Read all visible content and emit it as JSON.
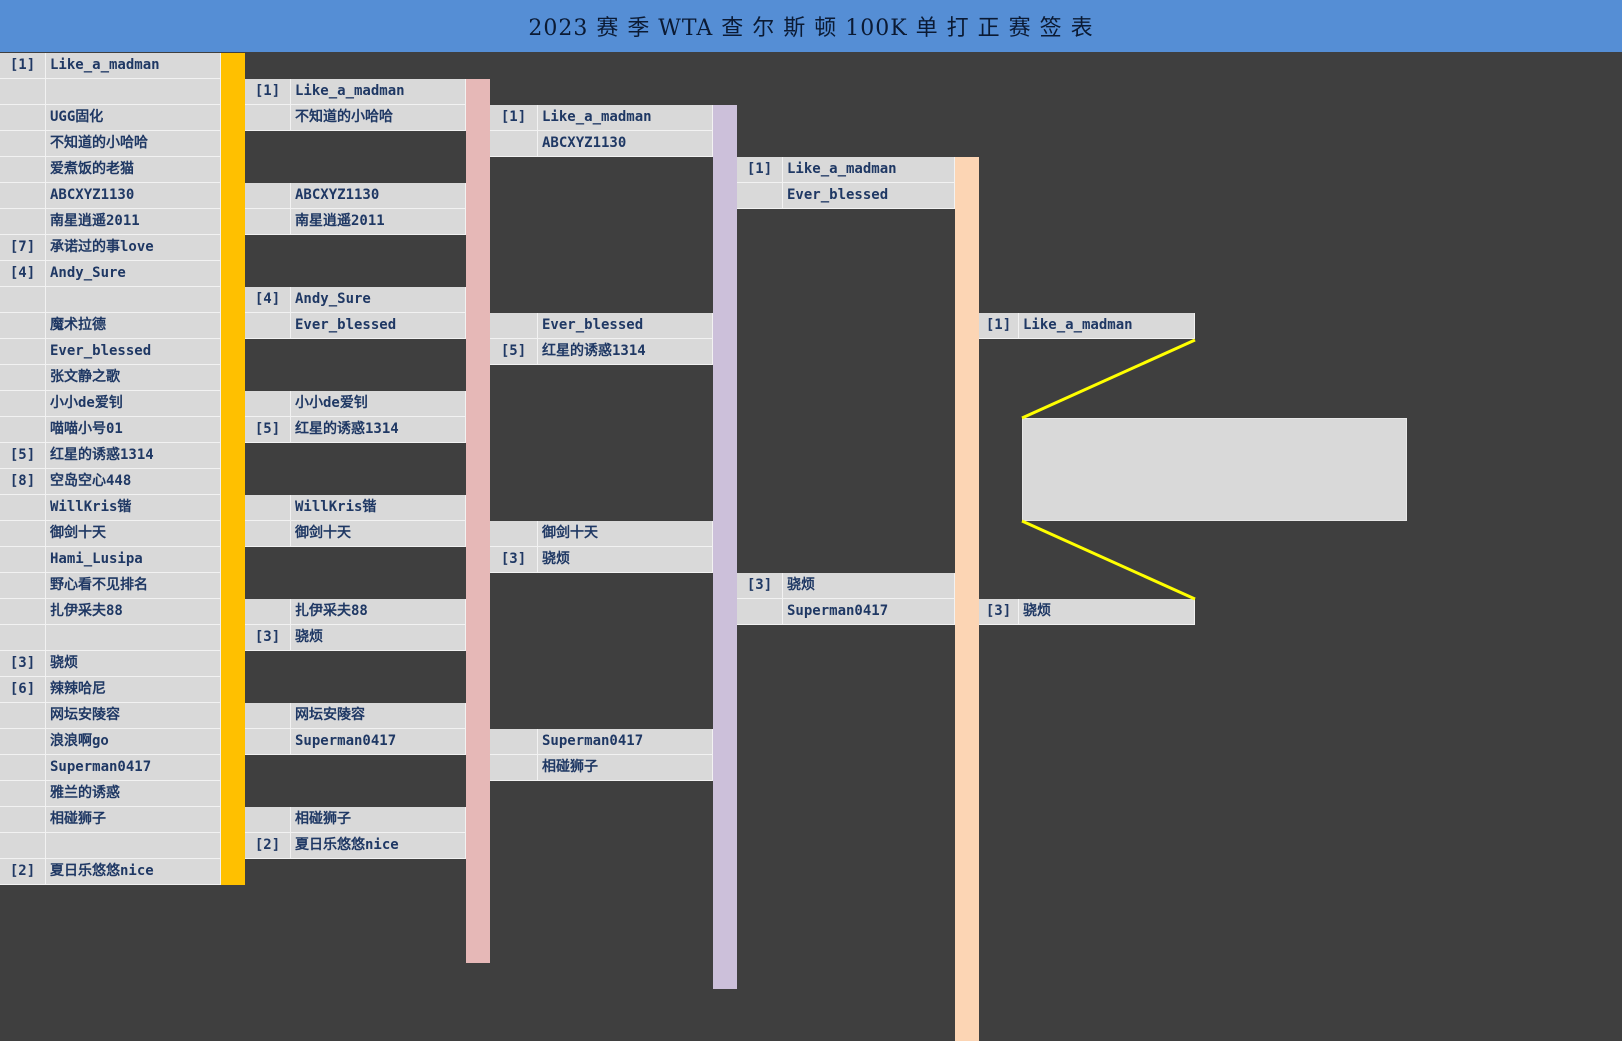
{
  "title": "2023 赛 季 WTA 查 尔 斯 顿 100K 单 打 正 赛 签 表",
  "colors": {
    "header": "#558ed5",
    "background": "#3f3f3f",
    "cell": "#d9d9d9",
    "text": "#1f3864",
    "round1_bar": "#ffc000",
    "round2_bar": "#e6b8b7",
    "round3_bar": "#ccc0da",
    "round4_bar": "#fcd5b4",
    "final_lines": "#ffff00"
  },
  "rounds": [
    {
      "entries": [
        {
          "seed": "[1]",
          "name": "Like_a_madman"
        },
        {
          "seed": "",
          "name": ""
        },
        {
          "seed": "",
          "name": "UGG固化"
        },
        {
          "seed": "",
          "name": "不知道的小哈哈"
        },
        {
          "seed": "",
          "name": "爱煮饭的老猫"
        },
        {
          "seed": "",
          "name": "ABCXYZ1130"
        },
        {
          "seed": "",
          "name": "南星逍遥2011"
        },
        {
          "seed": "[7]",
          "name": "承诺过的事love"
        },
        {
          "seed": "[4]",
          "name": "Andy_Sure"
        },
        {
          "seed": "",
          "name": ""
        },
        {
          "seed": "",
          "name": "魔术拉德"
        },
        {
          "seed": "",
          "name": "Ever_blessed"
        },
        {
          "seed": "",
          "name": "张文静之歌"
        },
        {
          "seed": "",
          "name": "小小de爱钊"
        },
        {
          "seed": "",
          "name": "喵喵小号01"
        },
        {
          "seed": "[5]",
          "name": "红星的诱惑1314"
        },
        {
          "seed": "[8]",
          "name": "空岛空心448"
        },
        {
          "seed": "",
          "name": "WillKris锴"
        },
        {
          "seed": "",
          "name": "御剑十天"
        },
        {
          "seed": "",
          "name": "Hami_Lusipa"
        },
        {
          "seed": "",
          "name": "野心看不见排名"
        },
        {
          "seed": "",
          "name": "扎伊采夫88"
        },
        {
          "seed": "",
          "name": ""
        },
        {
          "seed": "[3]",
          "name": "骁烦"
        },
        {
          "seed": "[6]",
          "name": "辣辣哈尼"
        },
        {
          "seed": "",
          "name": "网坛安陵容"
        },
        {
          "seed": "",
          "name": "浪浪啊go"
        },
        {
          "seed": "",
          "name": "Superman0417"
        },
        {
          "seed": "",
          "name": "雅兰的诱惑"
        },
        {
          "seed": "",
          "name": "相碰狮子"
        },
        {
          "seed": "",
          "name": ""
        },
        {
          "seed": "[2]",
          "name": "夏日乐悠悠nice"
        }
      ]
    },
    {
      "entries": [
        {
          "seed": "[1]",
          "name": "Like_a_madman"
        },
        {
          "seed": "",
          "name": "不知道的小哈哈"
        },
        {
          "seed": "",
          "name": "ABCXYZ1130"
        },
        {
          "seed": "",
          "name": "南星逍遥2011"
        },
        {
          "seed": "[4]",
          "name": "Andy_Sure"
        },
        {
          "seed": "",
          "name": "Ever_blessed"
        },
        {
          "seed": "",
          "name": "小小de爱钊"
        },
        {
          "seed": "[5]",
          "name": "红星的诱惑1314"
        },
        {
          "seed": "",
          "name": "WillKris锴"
        },
        {
          "seed": "",
          "name": "御剑十天"
        },
        {
          "seed": "",
          "name": "扎伊采夫88"
        },
        {
          "seed": "[3]",
          "name": "骁烦"
        },
        {
          "seed": "",
          "name": "网坛安陵容"
        },
        {
          "seed": "",
          "name": "Superman0417"
        },
        {
          "seed": "",
          "name": "相碰狮子"
        },
        {
          "seed": "[2]",
          "name": "夏日乐悠悠nice"
        }
      ]
    },
    {
      "entries": [
        {
          "seed": "[1]",
          "name": "Like_a_madman"
        },
        {
          "seed": "",
          "name": "ABCXYZ1130"
        },
        {
          "seed": "",
          "name": "Ever_blessed"
        },
        {
          "seed": "[5]",
          "name": "红星的诱惑1314"
        },
        {
          "seed": "",
          "name": "御剑十天"
        },
        {
          "seed": "[3]",
          "name": "骁烦"
        },
        {
          "seed": "",
          "name": "Superman0417"
        },
        {
          "seed": "",
          "name": "相碰狮子"
        }
      ]
    },
    {
      "entries": [
        {
          "seed": "[1]",
          "name": "Like_a_madman"
        },
        {
          "seed": "",
          "name": "Ever_blessed"
        },
        {
          "seed": "[3]",
          "name": "骁烦"
        },
        {
          "seed": "",
          "name": "Superman0417"
        }
      ]
    },
    {
      "entries": [
        {
          "seed": "[1]",
          "name": "Like_a_madman"
        },
        {
          "seed": "[3]",
          "name": "骁烦"
        }
      ]
    }
  ]
}
